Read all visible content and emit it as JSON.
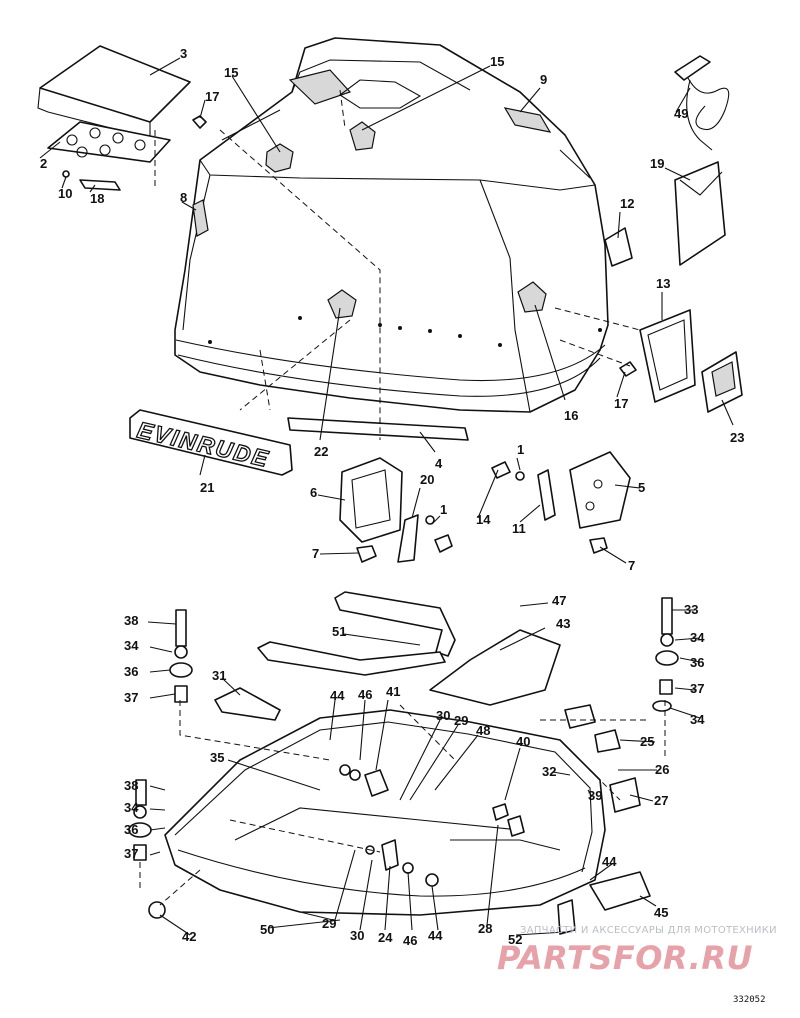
{
  "brand_label": "EVINRUDE",
  "watermark": {
    "tagline": "ЗАПЧАСТИ И АКСЕССУАРЫ ДЛЯ МОТОТЕХНИКИ",
    "logo": "PARTSFOR.RU"
  },
  "figure_number": "332052",
  "callouts": [
    "3",
    "15",
    "15",
    "9",
    "17",
    "49",
    "2",
    "10",
    "18",
    "8",
    "19",
    "12",
    "13",
    "17",
    "16",
    "23",
    "22",
    "4",
    "21",
    "1",
    "6",
    "20",
    "14",
    "1",
    "11",
    "5",
    "7",
    "7",
    "47",
    "51",
    "38",
    "43",
    "33",
    "34",
    "34",
    "36",
    "36",
    "31",
    "37",
    "44",
    "46",
    "41",
    "37",
    "34",
    "30",
    "29",
    "48",
    "25",
    "35",
    "40",
    "38",
    "32",
    "26",
    "39",
    "27",
    "34",
    "36",
    "37",
    "44",
    "45",
    "42",
    "50",
    "29",
    "30",
    "24",
    "46",
    "44",
    "28",
    "52"
  ]
}
